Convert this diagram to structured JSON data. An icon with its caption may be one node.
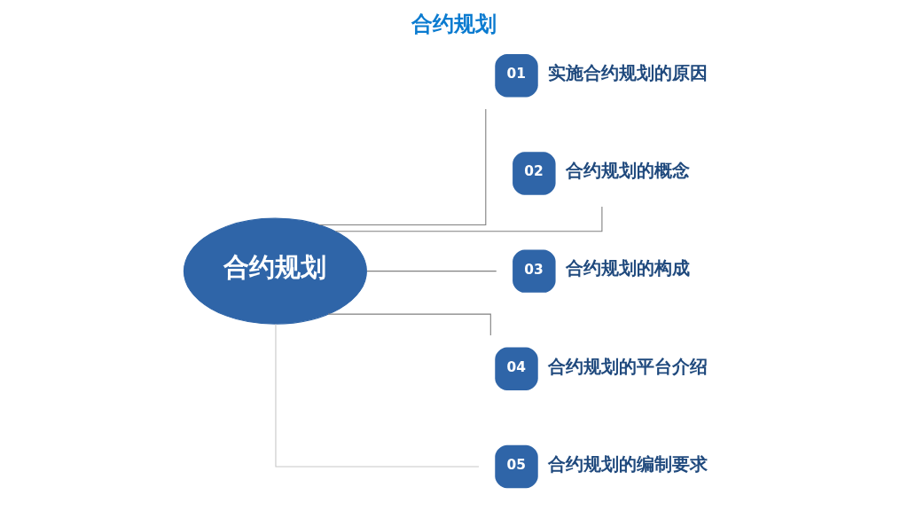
{
  "diagram": {
    "title": "合约规划",
    "nodes": [
      {
        "text": [
          "合约规划"
        ]
      },
      {
        "text": [
          "01"
        ],
        "beside": [
          "实施合约规划的原因"
        ]
      },
      {
        "text": [
          "02"
        ],
        "beside": [
          "合约规划的概念"
        ]
      },
      {
        "text": [
          "03"
        ],
        "beside": [
          "合约规划的构成"
        ]
      },
      {
        "text": [
          "04"
        ],
        "beside": [
          "合约规划的平台介绍"
        ]
      },
      {
        "text": [
          "05"
        ],
        "beside": [
          "合约规划的编制要求"
        ]
      }
    ],
    "edges": [
      {
        "from": 0,
        "to": 1,
        "arrow": "none"
      },
      {
        "from": 0,
        "to": 2,
        "arrow": "none"
      },
      {
        "from": 0,
        "to": 3,
        "arrow": "none"
      },
      {
        "from": 0,
        "to": 4,
        "arrow": "none"
      },
      {
        "from": 0,
        "to": 5,
        "arrow": "none",
        "color": "#c8c8c8"
      }
    ]
  }
}
